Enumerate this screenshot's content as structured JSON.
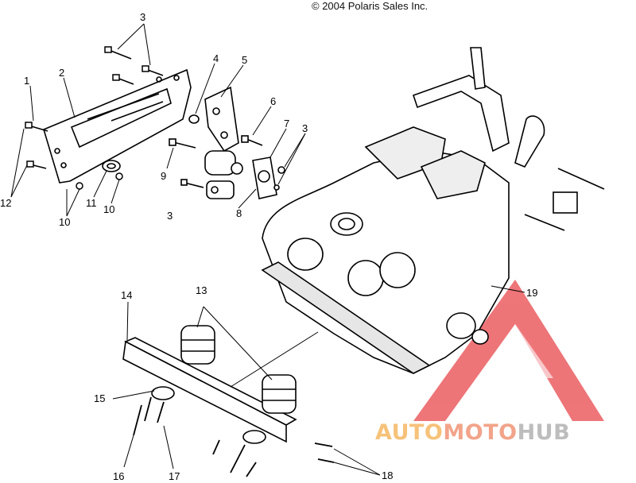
{
  "copyright": "© 2004 Polaris Sales Inc.",
  "callouts": [
    "1",
    "2",
    "3",
    "3",
    "3",
    "4",
    "5",
    "6",
    "7",
    "8",
    "9",
    "10",
    "10",
    "11",
    "12",
    "13",
    "14",
    "15",
    "16",
    "17",
    "18",
    "19"
  ],
  "watermark": {
    "part1": "AUTO",
    "part2": "MOTO",
    "part3": "HUB",
    "colors": {
      "part1": "#f6c27a",
      "part2": "#f2a48a",
      "part3": "#c9c9c9",
      "triangle": "#e8474b"
    }
  }
}
